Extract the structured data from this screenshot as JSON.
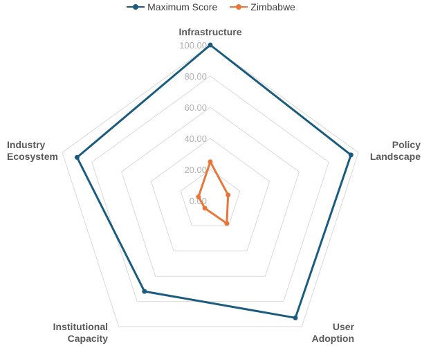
{
  "chart_data": {
    "type": "radar",
    "title": "",
    "axes": [
      {
        "lines": [
          "Infrastructure"
        ]
      },
      {
        "lines": [
          "Policy",
          "Landscape"
        ]
      },
      {
        "lines": [
          "User",
          "Adoption"
        ]
      },
      {
        "lines": [
          "Institutional",
          "Capacity"
        ]
      },
      {
        "lines": [
          "Industry",
          "Ecosystem"
        ]
      }
    ],
    "categories": [
      "Infrastructure",
      "Policy Landscape",
      "User Adoption",
      "Institutional Capacity",
      "Industry Ecosystem"
    ],
    "r_range": [
      0,
      100
    ],
    "ticks": [
      0,
      20,
      40,
      60,
      80,
      100
    ],
    "tick_labels": [
      "0.00",
      "20.00",
      "40.00",
      "60.00",
      "80.00",
      "100.00"
    ],
    "grid": true,
    "legend_position": "top",
    "series": [
      {
        "name": "Maximum Score",
        "color": "#1b5c7e",
        "values": [
          100,
          95,
          93,
          72,
          90
        ]
      },
      {
        "name": "Zimbabwe",
        "color": "#e8763a",
        "values": [
          25,
          12,
          18,
          6,
          8
        ]
      }
    ]
  }
}
